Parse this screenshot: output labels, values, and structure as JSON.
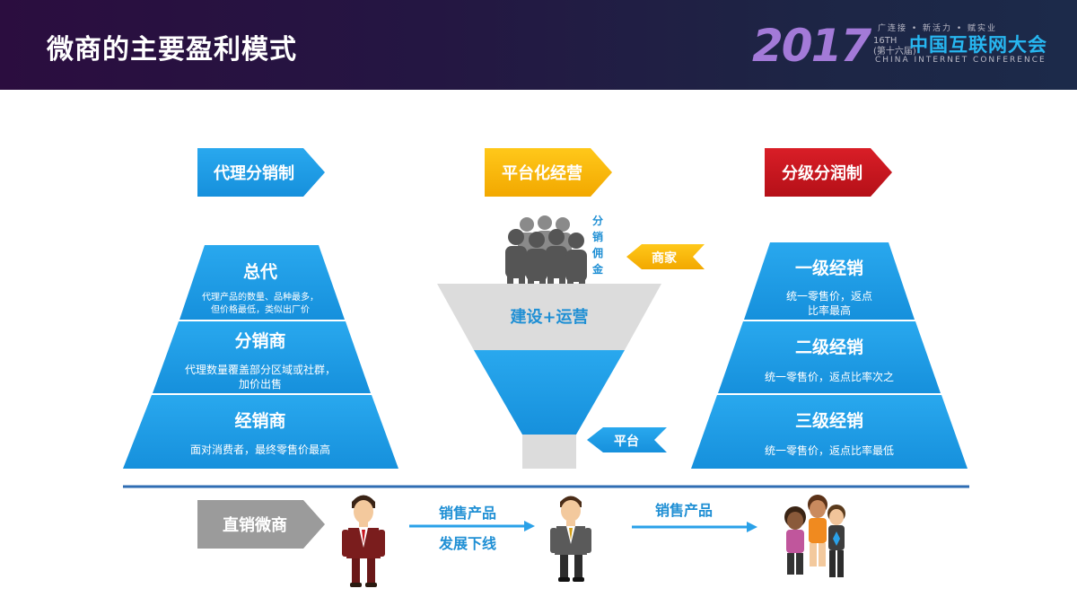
{
  "page": {
    "title": "微商的主要盈利模式"
  },
  "logo": {
    "year": "2017",
    "tagline": "广连接 • 新活力 • 赋实业",
    "edition_en": "16TH",
    "edition_cn": "(第十六届)",
    "conference_cn": "中国互联网大会",
    "conference_en": "CHINA INTERNET CONFERENCE"
  },
  "models": {
    "agent": {
      "label": "代理分销制",
      "color": "#1a9ce6",
      "tiers": [
        {
          "name": "总代",
          "desc_lines": [
            "代理产品的数量、品种最多，",
            "但价格最低，类似出厂价"
          ]
        },
        {
          "name": "分销商",
          "desc_lines": [
            "代理数量覆盖部分区域或社群，",
            "加价出售"
          ]
        },
        {
          "name": "经销商",
          "desc_lines": [
            "面对消费者，最终零售价最高"
          ]
        }
      ]
    },
    "platform": {
      "label": "平台化经营",
      "color": "#f7b400",
      "crowd_label": "分销佣金",
      "funnel_label": "建设+运营",
      "merchant_label": "商家",
      "platform_label": "平台"
    },
    "tiered": {
      "label": "分级分润制",
      "color": "#c7161e",
      "tiers": [
        {
          "name": "一级经销",
          "desc_lines": [
            "统一零售价，返点",
            "比率最高"
          ]
        },
        {
          "name": "二级经销",
          "desc_lines": [
            "统一零售价，返点比率次之"
          ]
        },
        {
          "name": "三级经销",
          "desc_lines": [
            "统一零售价，返点比率最低"
          ]
        }
      ]
    }
  },
  "direct": {
    "label": "直销微商",
    "arrow1_top": "销售产品",
    "arrow1_bottom": "发展下线",
    "arrow2_top": "销售产品"
  },
  "colors": {
    "blue": "#1a9ce6",
    "yellow": "#f7b400",
    "red": "#c7161e",
    "gray": "#9b9b9b",
    "funnel_top": "#dcdcdc"
  }
}
